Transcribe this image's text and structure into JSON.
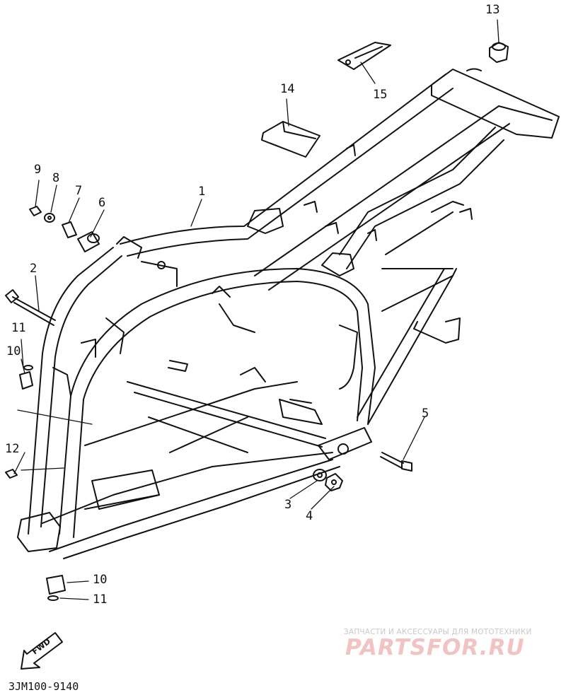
{
  "callouts": {
    "c1": "1",
    "c2": "2",
    "c3": "3",
    "c4": "4",
    "c5": "5",
    "c6": "6",
    "c7": "7",
    "c8": "8",
    "c9": "9",
    "c10a": "10",
    "c10b": "10",
    "c11a": "11",
    "c11b": "11",
    "c12": "12",
    "c13": "13",
    "c14": "14",
    "c15": "15"
  },
  "fwd_label": "FWD",
  "diagram_code": "3JM100-9140",
  "watermark": {
    "top_text": "ЗАПЧАСТИ И АКСЕССУАРЫ ДЛЯ МОТОТЕХНИКИ",
    "logo_text": "PARTSFOR.RU"
  },
  "colors": {
    "line": "#111111",
    "watermark_text": "#c9c9c9",
    "watermark_logo": "#f2c3c3"
  }
}
